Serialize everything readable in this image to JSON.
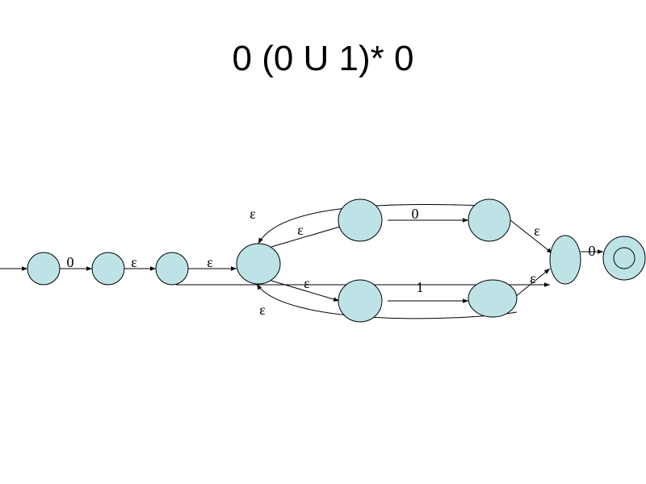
{
  "title": "0 (0 U 1)* 0",
  "colors": {
    "state_fill": "#bde3e6",
    "stroke": "#000000"
  },
  "diagram": {
    "states": [
      {
        "id": "q1"
      },
      {
        "id": "q2"
      },
      {
        "id": "q3"
      },
      {
        "id": "q4"
      },
      {
        "id": "q5"
      },
      {
        "id": "q6"
      },
      {
        "id": "q7"
      },
      {
        "id": "q8"
      },
      {
        "id": "q9"
      },
      {
        "id": "q10",
        "accepting": true
      }
    ],
    "start_state": "q1",
    "edges": [
      {
        "from": "q1",
        "to": "q2",
        "label": "0"
      },
      {
        "from": "q2",
        "to": "q3",
        "label": "ε"
      },
      {
        "from": "q3",
        "to": "q4",
        "label": "ε"
      },
      {
        "from": "q4",
        "to": "q5",
        "label": "ε"
      },
      {
        "from": "q5",
        "to": "q6",
        "label": "0"
      },
      {
        "from": "q6",
        "to": "q9",
        "label": "ε"
      },
      {
        "from": "q6",
        "to": "q4",
        "label": "ε"
      },
      {
        "from": "q4",
        "to": "q7",
        "label": "ε"
      },
      {
        "from": "q7",
        "to": "q8",
        "label": "1"
      },
      {
        "from": "q8",
        "to": "q9",
        "label": "ε"
      },
      {
        "from": "q8",
        "to": "q4",
        "label": "ε"
      },
      {
        "from": "q3",
        "to": "q9",
        "label": ""
      },
      {
        "from": "q9",
        "to": "q10",
        "label": "0"
      }
    ]
  }
}
